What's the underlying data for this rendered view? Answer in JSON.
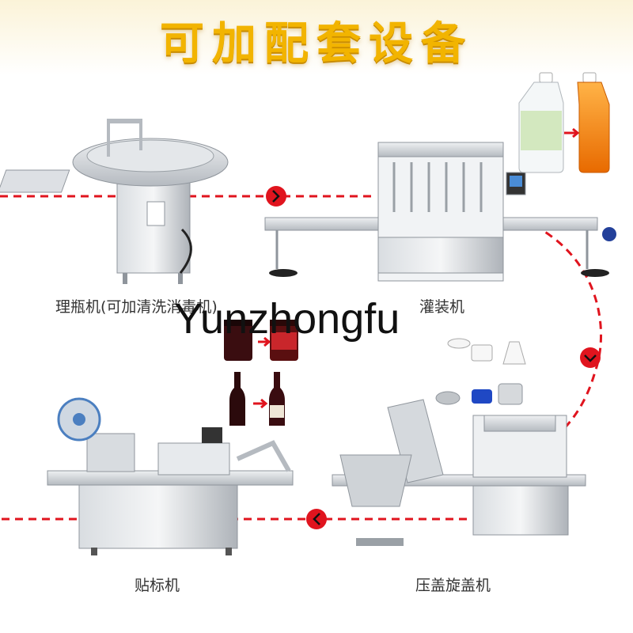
{
  "header": {
    "title": "可加配套设备"
  },
  "machines": {
    "bottle_sorter": {
      "label": "理瓶机(可加清洗消毒机)"
    },
    "filler": {
      "label": "灌装机"
    },
    "labeler": {
      "label": "贴标机"
    },
    "capper": {
      "label": "压盖旋盖机"
    }
  },
  "watermark": {
    "text": "Yunzhongfu"
  },
  "colors": {
    "title": "#f2b400",
    "flow_line": "#e0141e",
    "steel": "#c9cdd2",
    "steel_dark": "#8f959c"
  }
}
